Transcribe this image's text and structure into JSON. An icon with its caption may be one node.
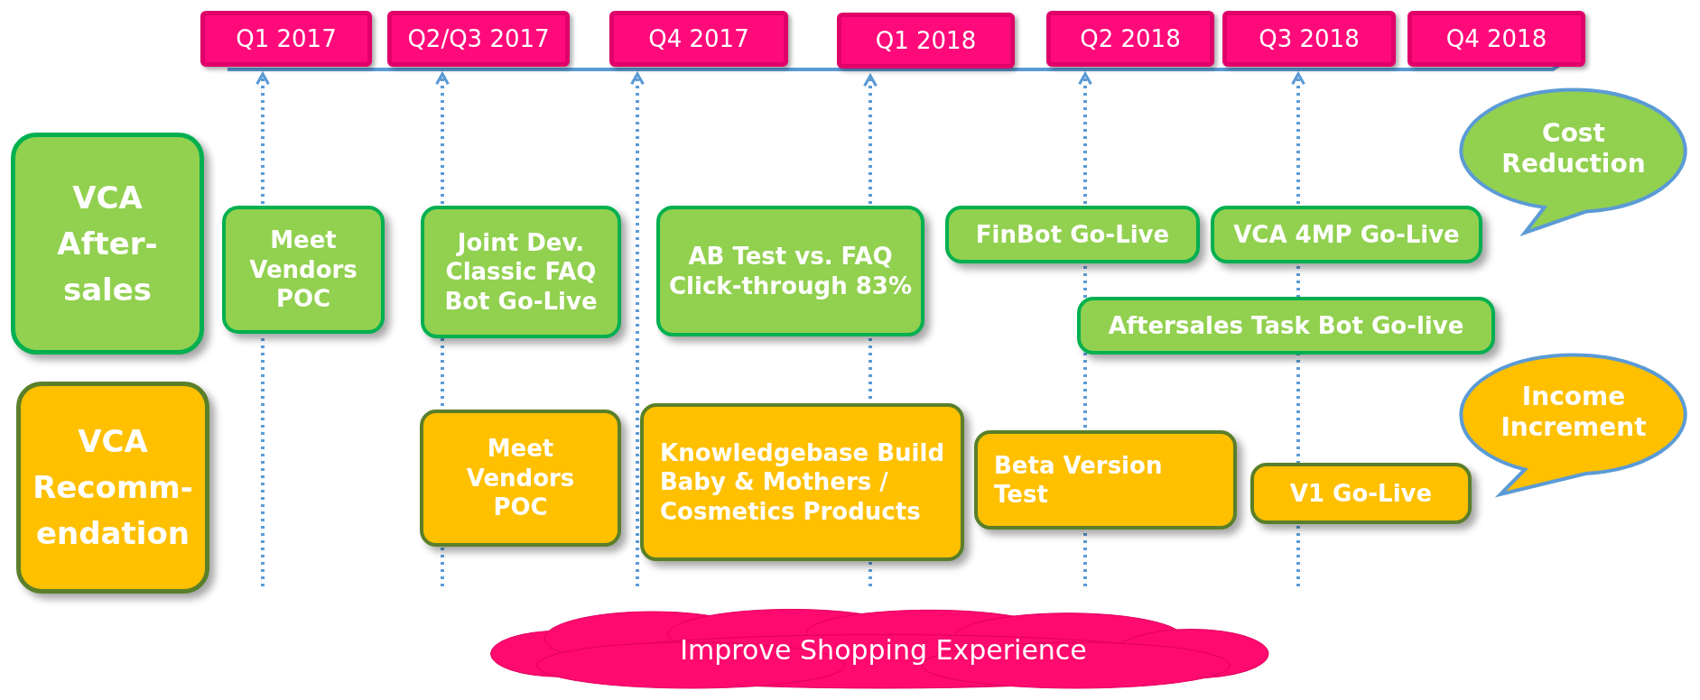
{
  "diagram": {
    "nodes": [
      {
        "text": [
          "Q1 2017"
        ]
      },
      {
        "text": [
          "Q2/Q3 2017"
        ]
      },
      {
        "text": [
          "Q4 2017"
        ]
      },
      {
        "text": [
          "Q1 2018"
        ]
      },
      {
        "text": [
          "Q2 2018"
        ]
      },
      {
        "text": [
          "Q3 2018"
        ]
      },
      {
        "text": [
          "Q4 2018"
        ]
      },
      {
        "text": [
          "VCA After-sales"
        ]
      },
      {
        "text": [
          "VCA Recomm-endation"
        ]
      },
      {
        "text": [
          "Meet Vendors POC"
        ]
      },
      {
        "text": [
          "Joint Dev. Classic FAQ Bot Go-Live"
        ]
      },
      {
        "text": [
          "AB Test vs. FAQ Click-through 83%"
        ]
      },
      {
        "text": [
          "FinBot Go-Live"
        ]
      },
      {
        "text": [
          "VCA 4MP  Go-Live"
        ]
      },
      {
        "text": [
          "Aftersales Task Bot Go-live"
        ]
      },
      {
        "text": [
          "Cost Reduction"
        ]
      },
      {
        "text": [
          "Meet Vendors POC"
        ]
      },
      {
        "text": [
          "Knowledgebase Build Baby & Mothers / Cosmetics Products"
        ]
      },
      {
        "text": [
          "Beta Version Test"
        ]
      },
      {
        "text": [
          "V1 Go-Live"
        ]
      },
      {
        "text": [
          "Income Increment"
        ]
      },
      {
        "text": [
          "Improve Shopping Experience"
        ]
      }
    ],
    "edges": [
      {
        "from": null,
        "to": 0,
        "arrow": "to",
        "style": "dashed"
      },
      {
        "from": null,
        "to": 1,
        "arrow": "to",
        "style": "dashed"
      },
      {
        "from": null,
        "to": 2,
        "arrow": "to",
        "style": "dashed"
      },
      {
        "from": null,
        "to": 3,
        "arrow": "to",
        "style": "dashed"
      },
      {
        "from": null,
        "to": 4,
        "arrow": "to",
        "style": "dashed"
      },
      {
        "from": null,
        "to": 5,
        "arrow": "to",
        "style": "dashed"
      }
    ]
  }
}
